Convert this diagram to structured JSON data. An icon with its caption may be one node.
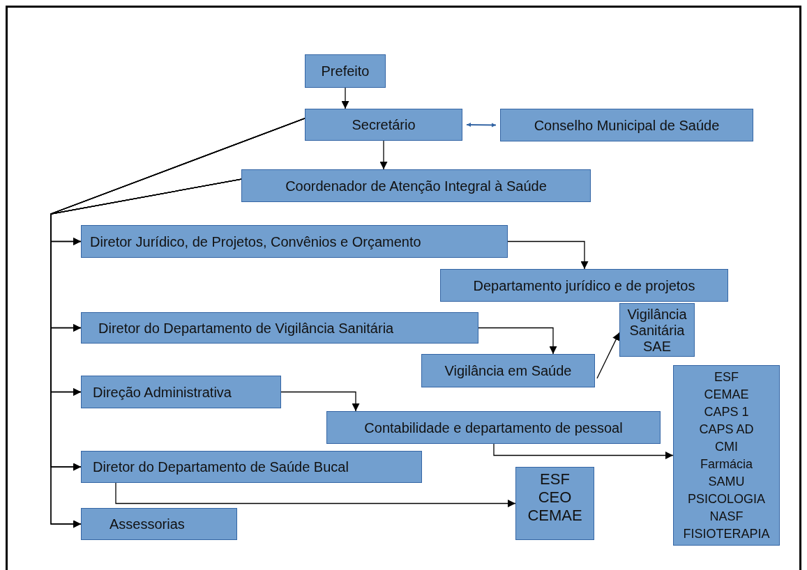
{
  "diagram": {
    "nodes": [
      {
        "text": [
          "Prefeito"
        ]
      },
      {
        "text": [
          "Secretário"
        ]
      },
      {
        "text": [
          "Conselho Municipal de Saúde"
        ]
      },
      {
        "text": [
          "Coordenador de Atenção Integral à Saúde"
        ]
      },
      {
        "text": [
          "Diretor Jurídico, de Projetos, Convênios e Orçamento"
        ]
      },
      {
        "text": [
          "Departamento jurídico e de projetos"
        ]
      },
      {
        "text": [
          "Diretor do Departamento de Vigilância Sanitária"
        ]
      },
      {
        "text": [
          "Vigilância Sanitária",
          "SAE"
        ]
      },
      {
        "text": [
          "Vigilância em Saúde"
        ]
      },
      {
        "text": [
          "Direção Administrativa"
        ]
      },
      {
        "text": [
          "Contabilidade e departamento de pessoal"
        ]
      },
      {
        "text": [
          "ESF",
          "CEMAE",
          "CAPS 1",
          "CAPS AD",
          "CMI",
          "Farmácia",
          "SAMU",
          "PSICOLOGIA",
          "NASF",
          "FISIOTERAPIA"
        ]
      },
      {
        "text": [
          "Diretor do Departamento de Saúde Bucal"
        ]
      },
      {
        "text": [
          "ESF",
          "CEO",
          "CEMAE"
        ]
      },
      {
        "text": [
          "Assessorias"
        ]
      }
    ],
    "edges": [
      {
        "from": 0,
        "to": 1,
        "arrow": "to"
      },
      {
        "from": 1,
        "to": 2,
        "arrow": "both",
        "color": "#3465a4"
      },
      {
        "from": 1,
        "to": 3,
        "arrow": "to"
      },
      {
        "from": 1,
        "to": 4,
        "arrow": "to"
      },
      {
        "from": 1,
        "to": 6,
        "arrow": "to"
      },
      {
        "from": 1,
        "to": 9,
        "arrow": "to"
      },
      {
        "from": 1,
        "to": 12,
        "arrow": "to"
      },
      {
        "from": 1,
        "to": 14,
        "arrow": "to"
      },
      {
        "from": 3,
        "to": 4,
        "arrow": "to"
      },
      {
        "from": 3,
        "to": 6,
        "arrow": "to"
      },
      {
        "from": 3,
        "to": 9,
        "arrow": "to"
      },
      {
        "from": 3,
        "to": 12,
        "arrow": "to"
      },
      {
        "from": 3,
        "to": 14,
        "arrow": "to"
      },
      {
        "from": 4,
        "to": 5,
        "arrow": "to"
      },
      {
        "from": 6,
        "to": 8,
        "arrow": "to"
      },
      {
        "from": 8,
        "to": 7,
        "arrow": "to"
      },
      {
        "from": 9,
        "to": 10,
        "arrow": "to"
      },
      {
        "from": 10,
        "to": 11,
        "arrow": "to"
      },
      {
        "from": 12,
        "to": 13,
        "arrow": "to"
      }
    ]
  }
}
